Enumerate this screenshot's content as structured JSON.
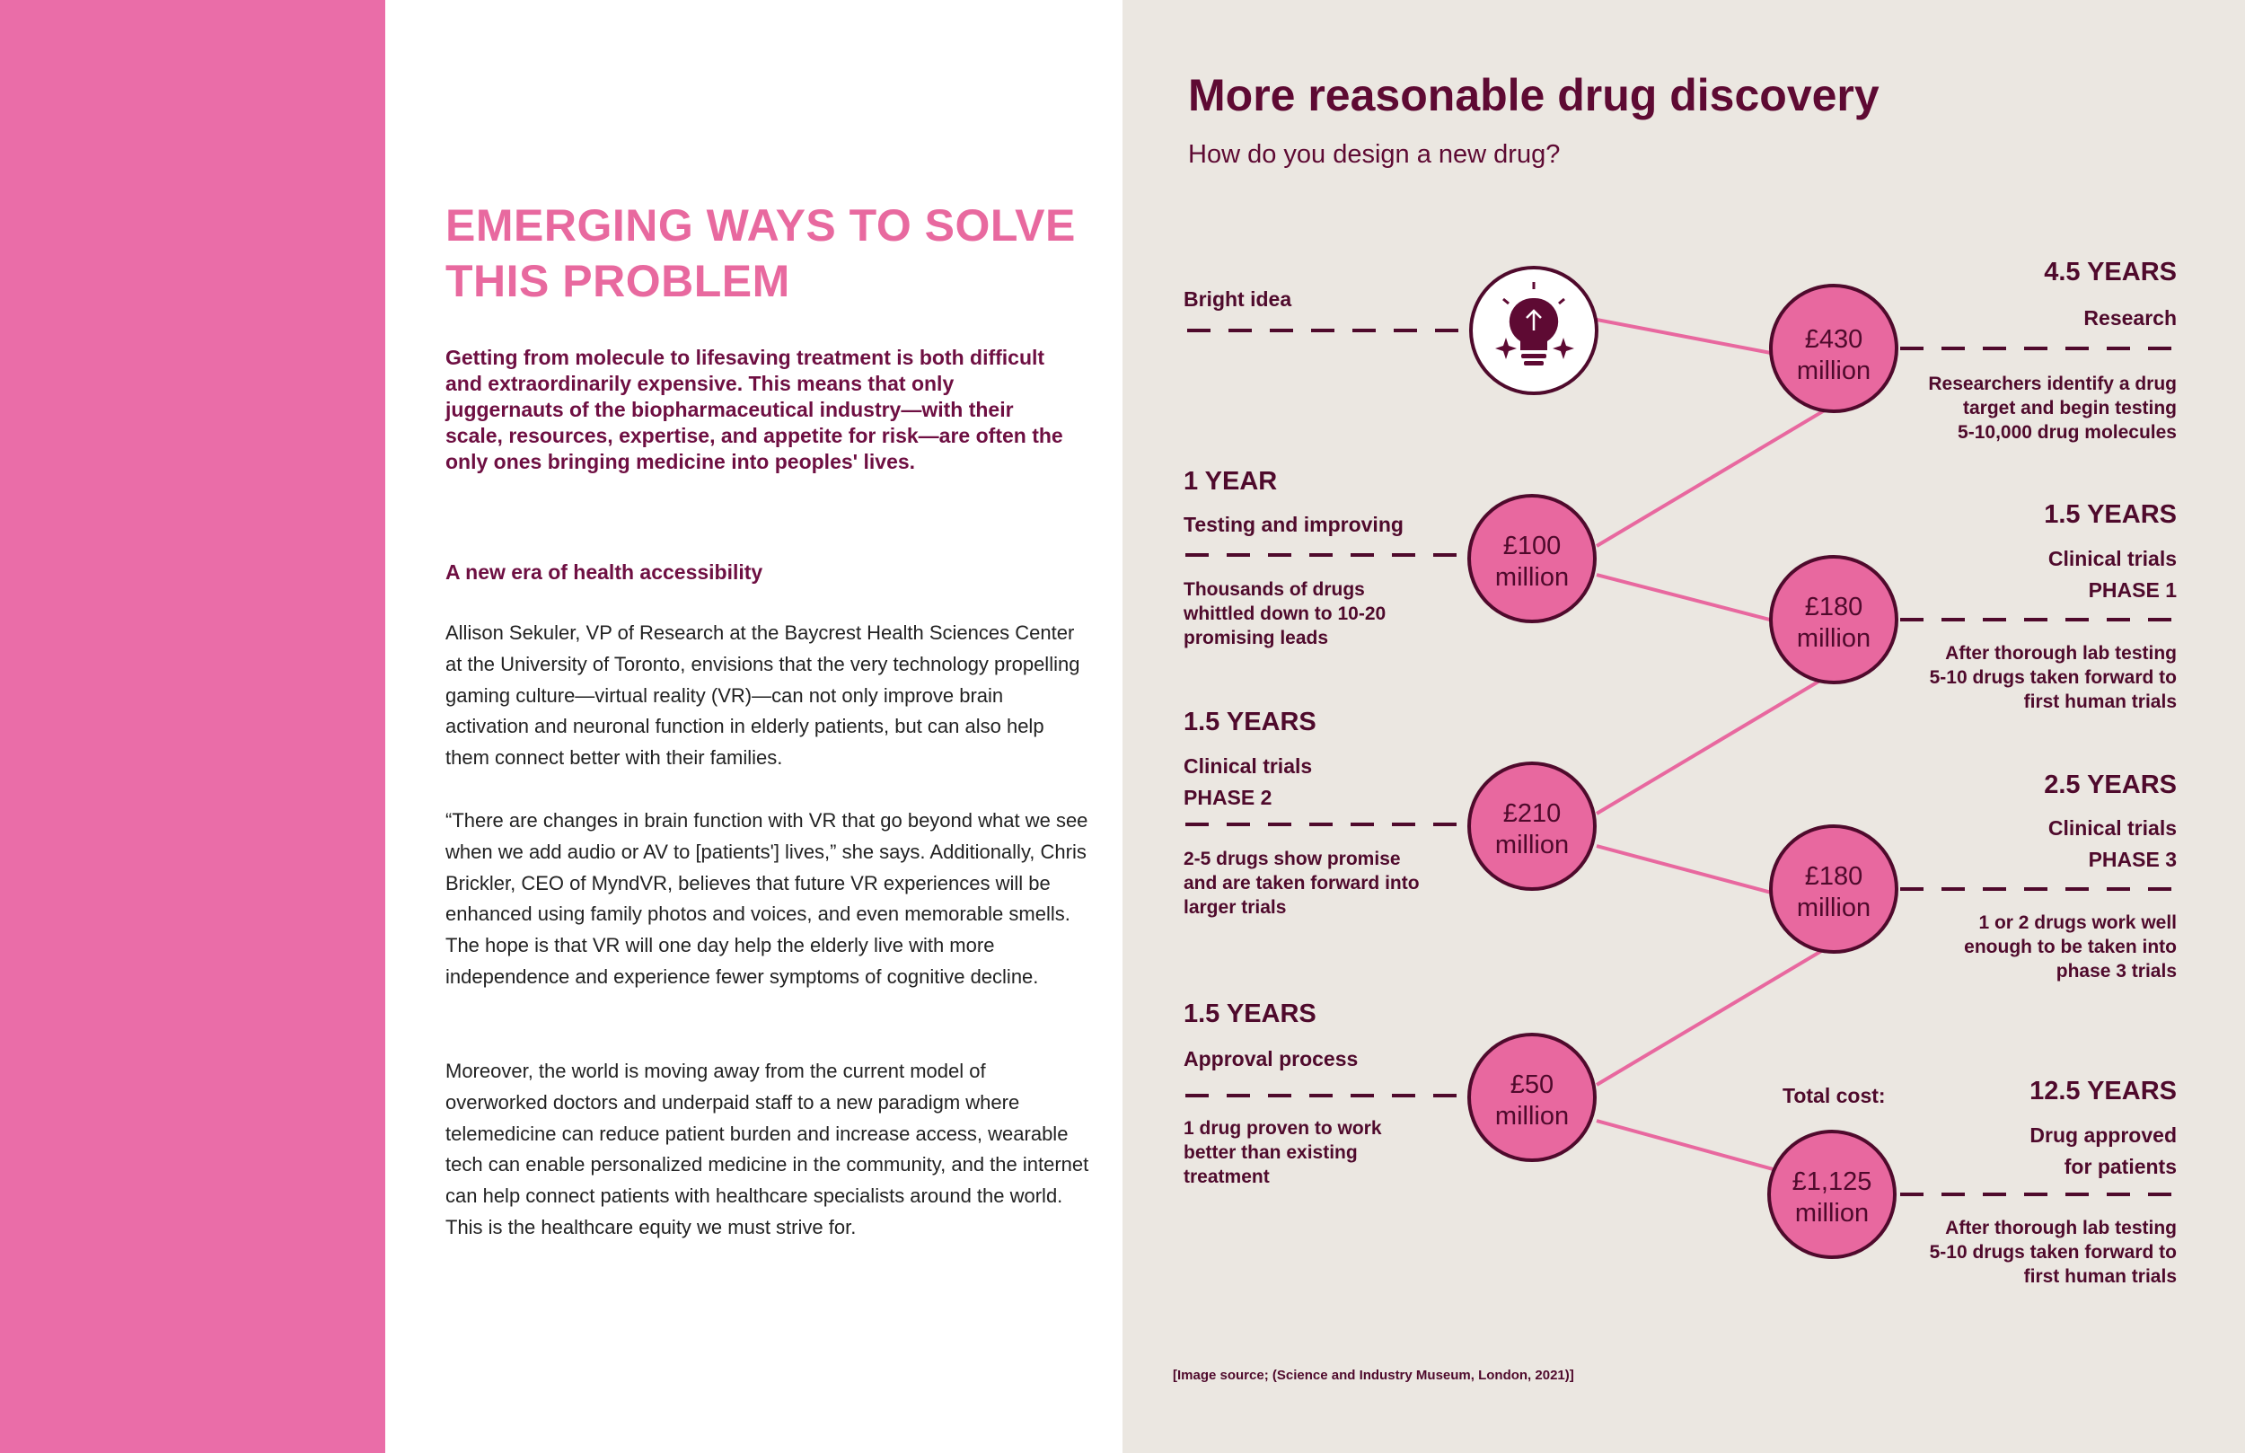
{
  "colors": {
    "accent_pink": "#ea6da8",
    "heading_pink": "#e8699f",
    "plum": "#5e0a33",
    "circle_fill": "#e8689f",
    "right_bg": "#ebe7e1"
  },
  "article": {
    "heading_line1": "EMERGING WAYS TO SOLVE",
    "heading_line2": "THIS PROBLEM",
    "intro": "Getting from molecule to lifesaving treatment is both difficult and extraordinarily expensive. This means that only juggernauts of the biopharmaceutical industry—with their scale, resources, expertise, and appetite for risk—are often the only ones bringing medicine into peoples' lives.",
    "subheading": "A new era of health accessibility",
    "paragraph1": "Allison Sekuler, VP of Research at the Baycrest Health Sciences Center at the University of Toronto, envisions that the very technology propelling gaming culture—virtual reality (VR)—can not only improve brain activation and neuronal function in elderly patients, but can also help them connect better with their families.",
    "paragraph2": "“There are changes in brain function with VR that go beyond what we see when we add audio or AV to [patients'] lives,” she says. Additionally, Chris Brickler, CEO of MyndVR, believes that future VR experiences will be enhanced using family photos and voices, and even memorable smells. The hope is that VR will one day help the elderly live with more independence and experience fewer symptoms of cognitive decline.",
    "paragraph3": "Moreover, the world is moving away from the current model of overworked doctors and underpaid staff to a new paradigm where telemedicine can reduce patient burden and increase access, wearable tech can enable personalized medicine in the community, and the internet can help connect patients with healthcare specialists around the world. This is the healthcare equity we must strive for."
  },
  "infographic": {
    "title": "More reasonable drug discovery",
    "subtitle": "How do you design a new drug?",
    "icon": "lightbulb-icon",
    "bright_idea_label": "Bright idea",
    "research": {
      "years": "4.5 YEARS",
      "stage": "Research",
      "desc1": "Researchers identify a drug",
      "desc2": "target and begin testing",
      "desc3": "5-10,000 drug molecules",
      "cost1": "£430",
      "cost2": "million"
    },
    "testing": {
      "years": "1 YEAR",
      "stage": "Testing and improving",
      "desc1": "Thousands of drugs",
      "desc2": "whittled down to 10-20",
      "desc3": "promising leads",
      "cost1": "£100",
      "cost2": "million"
    },
    "phase1": {
      "years": "1.5 YEARS",
      "stage": "Clinical trials",
      "phase": "PHASE 1",
      "desc1": "After thorough lab testing",
      "desc2": "5-10 drugs taken forward to",
      "desc3": "first human trials",
      "cost1": "£180",
      "cost2": "million"
    },
    "phase2": {
      "years": "1.5 YEARS",
      "stage": "Clinical trials",
      "phase": "PHASE 2",
      "desc1": "2-5 drugs show promise",
      "desc2": "and are taken forward into",
      "desc3": "larger trials",
      "cost1": "£210",
      "cost2": "million"
    },
    "phase3": {
      "years": "2.5 YEARS",
      "stage": "Clinical trials",
      "phase": "PHASE 3",
      "desc1": "1 or 2 drugs work well",
      "desc2": "enough to be taken into",
      "desc3": "phase 3 trials",
      "cost1": "£180",
      "cost2": "million"
    },
    "approval": {
      "years": "1.5 YEARS",
      "stage": "Approval process",
      "desc1": "1 drug proven to work",
      "desc2": "better than existing",
      "desc3": "treatment",
      "cost1": "£50",
      "cost2": "million"
    },
    "total": {
      "label": "Total cost:",
      "years": "12.5 YEARS",
      "stage1": "Drug approved",
      "stage2": "for patients",
      "desc1": "After thorough lab testing",
      "desc2": "5-10 drugs taken forward to",
      "desc3": "first human trials",
      "cost1": "£1,125",
      "cost2": "million"
    },
    "source_note": "[Image source; (Science and Industry Museum, London, 2021)]"
  }
}
